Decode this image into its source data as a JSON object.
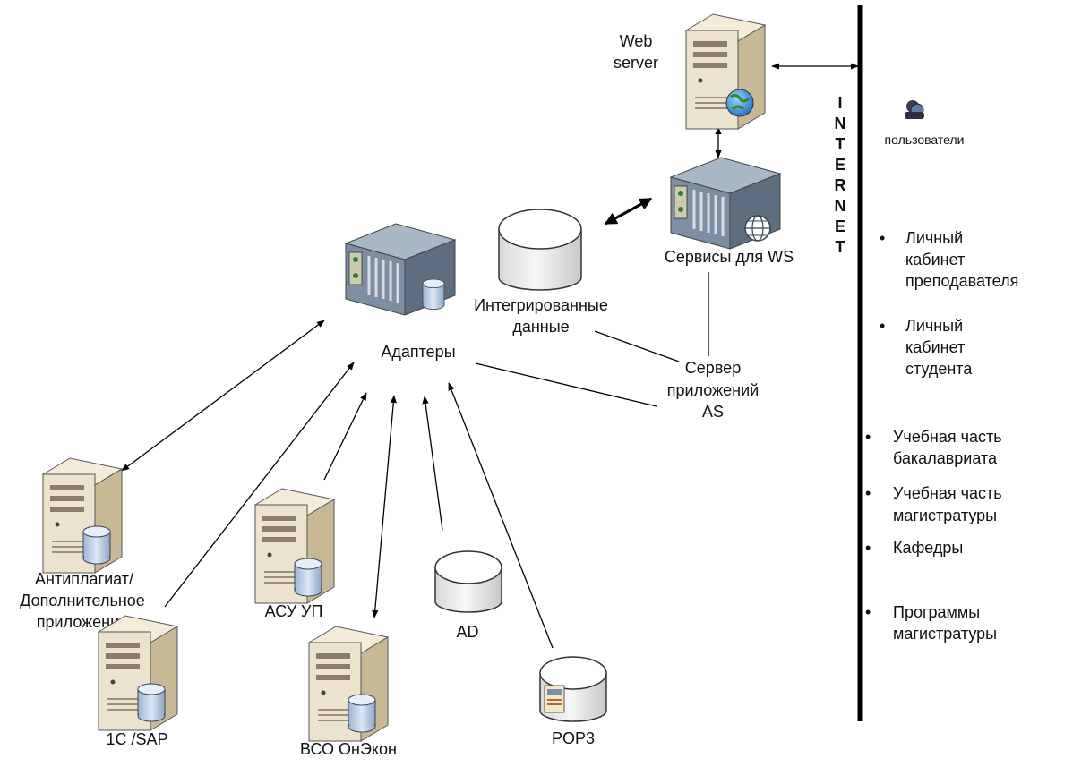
{
  "nodes": {
    "web_server": {
      "lines": [
        "Web",
        "server"
      ]
    },
    "ws_services": {
      "label": "Сервисы для WS"
    },
    "integrated_data": {
      "lines": [
        "Интегрированные",
        "данные"
      ]
    },
    "adapters": {
      "label": "Адаптеры"
    },
    "app_server": {
      "lines": [
        "Сервер",
        "приложений",
        "AS"
      ]
    },
    "antiplagiat": {
      "lines": [
        "Антиплагиат/",
        "Дополнительное",
        "приложение"
      ]
    },
    "asu_up": {
      "label": "АСУ УП"
    },
    "onec_sap": {
      "label": "1С /SAP"
    },
    "vso": {
      "label": "ВСО ОнЭкон"
    },
    "ad": {
      "label": "AD"
    },
    "pop3": {
      "label": "POP3"
    },
    "users": {
      "label": "пользователи"
    }
  },
  "internet": {
    "letters": [
      "I",
      "N",
      "T",
      "E",
      "R",
      "N",
      "E",
      "T"
    ]
  },
  "user_areas": [
    {
      "lines": [
        "Личный",
        "кабинет",
        "преподавателя"
      ]
    },
    {
      "lines": [
        "Личный",
        "кабинет",
        "студента"
      ]
    },
    {
      "lines": [
        "Учебная часть",
        "бакалавриата"
      ]
    },
    {
      "lines": [
        "Учебная часть",
        "магистратуры"
      ]
    },
    {
      "lines": [
        "Кафедры"
      ]
    },
    {
      "lines": [
        "Программы",
        "магистратуры"
      ]
    }
  ],
  "colors": {
    "tower_front": "#ece3cf",
    "tower_side": "#c9b896",
    "rack_top": "#a9b8c6",
    "rack_front": "#6e7f92",
    "cylinder_fill": "#e6e6e6",
    "db_blue": "#b8cfe8",
    "line": "#000000"
  }
}
